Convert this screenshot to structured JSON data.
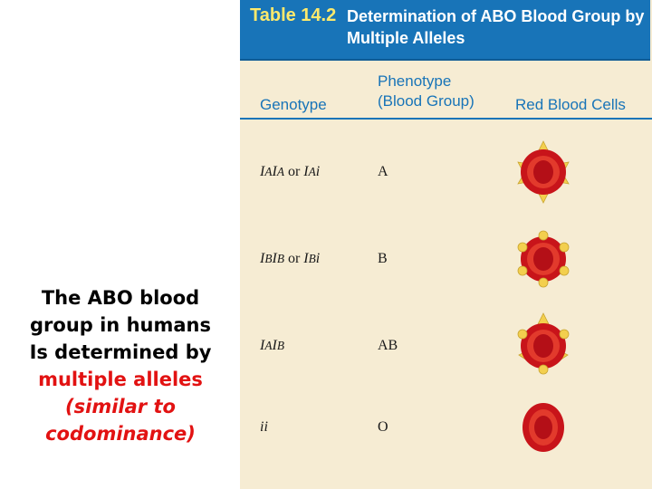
{
  "caption": {
    "line1": "The ABO blood",
    "line2": "group in humans",
    "line3": "Is determined by",
    "line4": "multiple alleles",
    "line5": "(similar to",
    "line6": "codominance)"
  },
  "table": {
    "number": "Table 14.2",
    "title": "Determination of ABO Blood Group by Multiple Alleles",
    "headers": {
      "genotype": "Genotype",
      "phenotype_line1": "Phenotype",
      "phenotype_line2": "(Blood Group)",
      "red_cells": "Red Blood Cells"
    },
    "rows": [
      {
        "allele_a": "I",
        "sup_a": "A",
        "allele_b": "I",
        "sup_b": "A",
        "or": "or",
        "alt_a": "I",
        "alt_sup": "A",
        "alt_b": "i",
        "phenotype": "A",
        "antigen": "triangles"
      },
      {
        "allele_a": "I",
        "sup_a": "B",
        "allele_b": "I",
        "sup_b": "B",
        "or": "or",
        "alt_a": "I",
        "alt_sup": "B",
        "alt_b": "i",
        "phenotype": "B",
        "antigen": "circles"
      },
      {
        "allele_a": "I",
        "sup_a": "A",
        "allele_b": "I",
        "sup_b": "B",
        "phenotype": "AB",
        "antigen": "triangles-and-circles"
      },
      {
        "genotype": "ii",
        "phenotype": "O",
        "antigen": "none"
      }
    ]
  },
  "colors": {
    "header_blue": "#1874b8",
    "header_title_yellow": "#fde96c",
    "table_background": "#f6ecd3",
    "caption_red": "#e21212",
    "cell_red": "#c8141a",
    "antigen_yellow": "#f3cf4e"
  }
}
